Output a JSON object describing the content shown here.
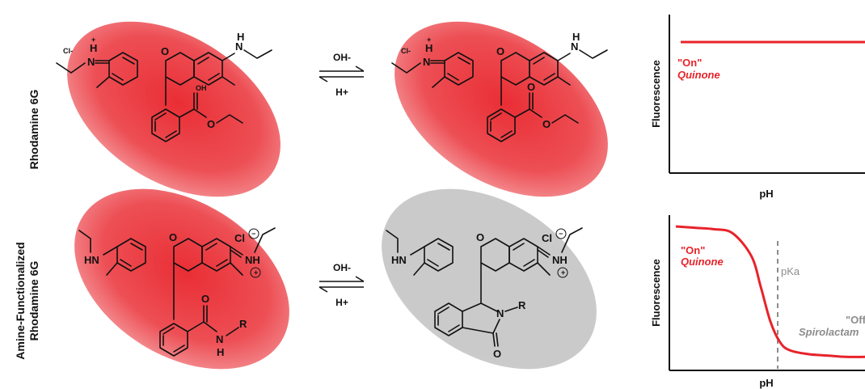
{
  "row_labels": {
    "top": "Rhodamine 6G",
    "bottom_line1": "Amine-Functionalized",
    "bottom_line2": "Rhodamine 6G"
  },
  "arrows": {
    "top": {
      "forward": "OH-",
      "reverse": "H+"
    },
    "bottom": {
      "forward": "OH-",
      "reverse": "H+"
    }
  },
  "atoms": {
    "O": "O",
    "N": "N",
    "H": "H",
    "NH": "NH",
    "HN": "HN",
    "R": "R",
    "Cl_minus": "Cl-",
    "Cl": "Cl",
    "OH_plus": "OH",
    "plus": "+",
    "minus": "−",
    "circled_plus": "+"
  },
  "colors": {
    "on_red": "#e8232a",
    "off_gray": "#8c8c8c",
    "axis": "#111111"
  },
  "chart_data": [
    {
      "type": "line",
      "xlabel": "pH",
      "ylabel": "Fluorescence",
      "annotations": [
        {
          "text": "\"On\"",
          "style": "bold red"
        },
        {
          "text": "Quinone",
          "style": "bold italic red"
        }
      ],
      "series": [
        {
          "x": [
            0,
            1
          ],
          "y": [
            1,
            1
          ]
        }
      ]
    },
    {
      "type": "line",
      "xlabel": "pH",
      "ylabel": "Fluorescence",
      "pka_label": "pKa",
      "annotations": [
        {
          "text": "\"On\"",
          "style": "bold red"
        },
        {
          "text": "Quinone",
          "style": "bold italic red"
        },
        {
          "text": "\"Off\"",
          "style": "bold gray"
        },
        {
          "text": "Spirolactam",
          "style": "bold italic gray"
        }
      ],
      "series": [
        {
          "x": [
            0,
            0.1,
            0.2,
            0.3,
            0.4,
            0.45,
            0.5,
            0.55,
            0.6,
            0.7,
            0.8,
            0.9,
            1.0
          ],
          "y": [
            1.0,
            0.99,
            0.98,
            0.95,
            0.78,
            0.55,
            0.3,
            0.15,
            0.09,
            0.06,
            0.05,
            0.04,
            0.04
          ]
        }
      ]
    }
  ]
}
